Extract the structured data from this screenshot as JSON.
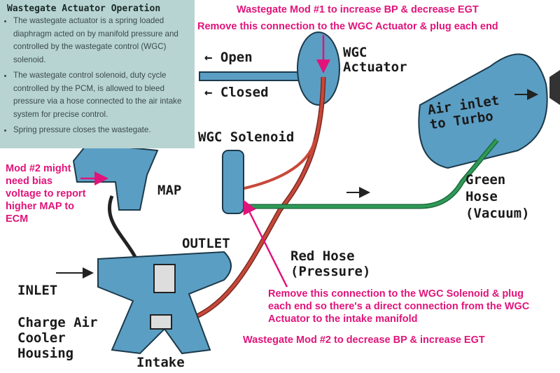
{
  "info_box": {
    "title": "Wastegate Actuator Operation",
    "bullets": [
      "The wastegate actuator is a spring loaded diaphragm acted on by manifold pressure and controlled by the wastegate control (WGC) solenoid.",
      "The wastegate control solenoid, duty cycle controlled by the PCM, is allowed to bleed pressure via a hose connected to the air intake system for precise control.",
      "Spring pressure closes the wastegate."
    ]
  },
  "labels": {
    "open": "← Open",
    "closed": "← Closed",
    "wgc_actuator": "WGC Actuator",
    "air_inlet": "Air inlet to Turbo",
    "wgc_solenoid": "WGC Solenoid",
    "map": "MAP",
    "green_hose": "Green Hose (Vacuum)",
    "outlet": "OUTLET",
    "red_hose": "Red Hose (Pressure)",
    "inlet": "INLET",
    "charge_air": "Charge Air Cooler Housing",
    "intake": "Intake"
  },
  "annotations": {
    "mod1_title": "Wastegate Mod #1 to increase BP & decrease EGT",
    "mod1_detail": "Remove this connection to the WGC Actuator & plug each end",
    "map_mod": "Mod #2 might need bias voltage to report higher MAP to ECM",
    "solenoid_remove": "Remove this connection to the WGC Solenoid & plug each end so there's a direct connection from the WGC Actuator to the intake manifold",
    "mod2_title": "Wastegate Mod #2 to decrease BP & increase EGT"
  },
  "colors": {
    "annotation": "#e0147a",
    "part_blue": "#5b9ec4",
    "red_hose": "#c8483a",
    "green_hose": "#2f9a58",
    "info_bg": "#b7d4d2"
  }
}
